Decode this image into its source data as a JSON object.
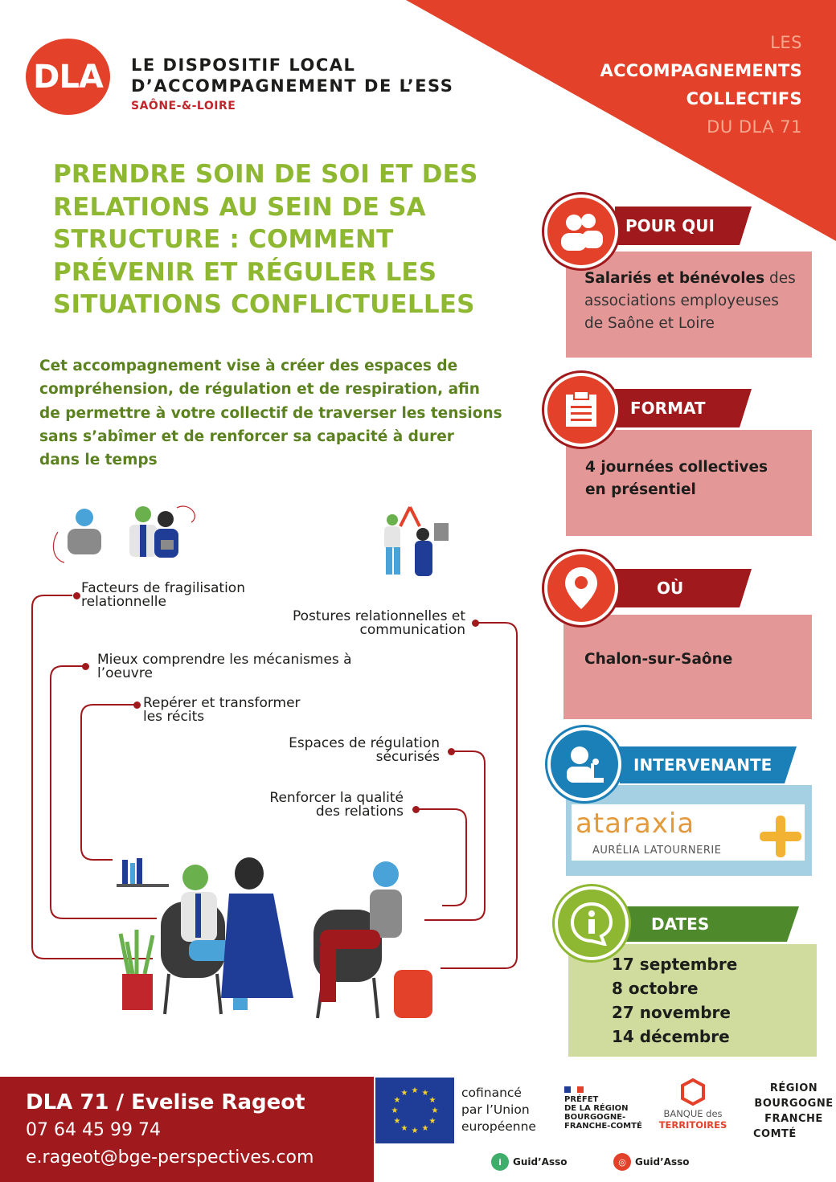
{
  "header": {
    "logo_abbr": "DLA",
    "org_line1": "LE DISPOSITIF LOCAL",
    "org_line2": "D’ACCOMPAGNEMENT DE L’ESS",
    "org_region": "SAÔNE-&-LOIRE",
    "corner_line1": "LES",
    "corner_line2": "ACCOMPAGNEMENTS",
    "corner_line3": "COLLECTIFS",
    "corner_line4": "DU DLA 71"
  },
  "title_lines": [
    "PRENDRE SOIN DE SOI ET DES",
    "RELATIONS AU SEIN DE SA",
    "STRUCTURE : COMMENT",
    "PRÉVENIR ET RÉGULER LES",
    "SITUATIONS CONFLICTUELLES"
  ],
  "intro_lines": [
    "Cet accompagnement vise à créer des espaces de",
    "compréhension, de régulation et de respiration, afin",
    "de permettre à votre collectif de traverser les tensions",
    "sans s’abîmer et de renforcer sa capacité à durer",
    "dans le temps"
  ],
  "topics": {
    "t1": [
      "Facteurs de fragilisation",
      "relationnelle"
    ],
    "t2": [
      "Postures relationnelles et",
      "communication"
    ],
    "t3": [
      "Mieux comprendre les mécanismes à",
      "l’oeuvre"
    ],
    "t4": [
      "Repérer et transformer",
      "les récits"
    ],
    "t5": [
      "Espaces de régulation",
      "sécurisés"
    ],
    "t6": [
      "Renforcer la qualité",
      "des relations"
    ]
  },
  "cards": {
    "pour_qui": {
      "label": "POUR QUI",
      "bold": "Salariés et bénévoles",
      "rest1": " des",
      "rest2": "associations employeuses",
      "rest3": "de Saône et Loire"
    },
    "format": {
      "label": "FORMAT",
      "line1": "4 journées collectives",
      "line2": "en présentiel"
    },
    "ou": {
      "label": "OÙ",
      "line1": "Chalon-sur-Saône"
    },
    "intervenante": {
      "label": "INTERVENANTE",
      "brand": "ataraxia",
      "person": "AURÉLIA LATOURNERIE"
    },
    "dates": {
      "label": "DATES",
      "items": [
        "17 septembre",
        "8 octobre",
        "27 novembre",
        "14 décembre"
      ]
    }
  },
  "footer": {
    "contact_name": "DLA 71 / Evelise Rageot",
    "phone": "07 64 45 99 74",
    "email": "e.rageot@bge-perspectives.com",
    "eu_line1": "cofinancé",
    "eu_line2": "par l’Union",
    "eu_line3": "européenne",
    "prefet_line1": "PRÉFET",
    "prefet_line2": "DE LA RÉGION",
    "prefet_line3": "BOURGOGNE-",
    "prefet_line4": "FRANCHE-COMTÉ",
    "banque_line1": "BANQUE des",
    "banque_line2": "TERRITOIRES",
    "region_line1": "RÉGION",
    "region_line2": "BOURGOGNE",
    "region_line3": "FRANCHE",
    "region_line4": "COMTÉ",
    "guid1": "Guid’Asso",
    "guid2": "Guid’Asso"
  },
  "colors": {
    "dla_red": "#e3412a",
    "dark_red": "#a0191c",
    "title_green": "#8fb832",
    "intro_green": "#5c8220",
    "card_pink": "#e39897",
    "card_blue": "#a5cfe3",
    "card_green": "#cfdc9d"
  }
}
